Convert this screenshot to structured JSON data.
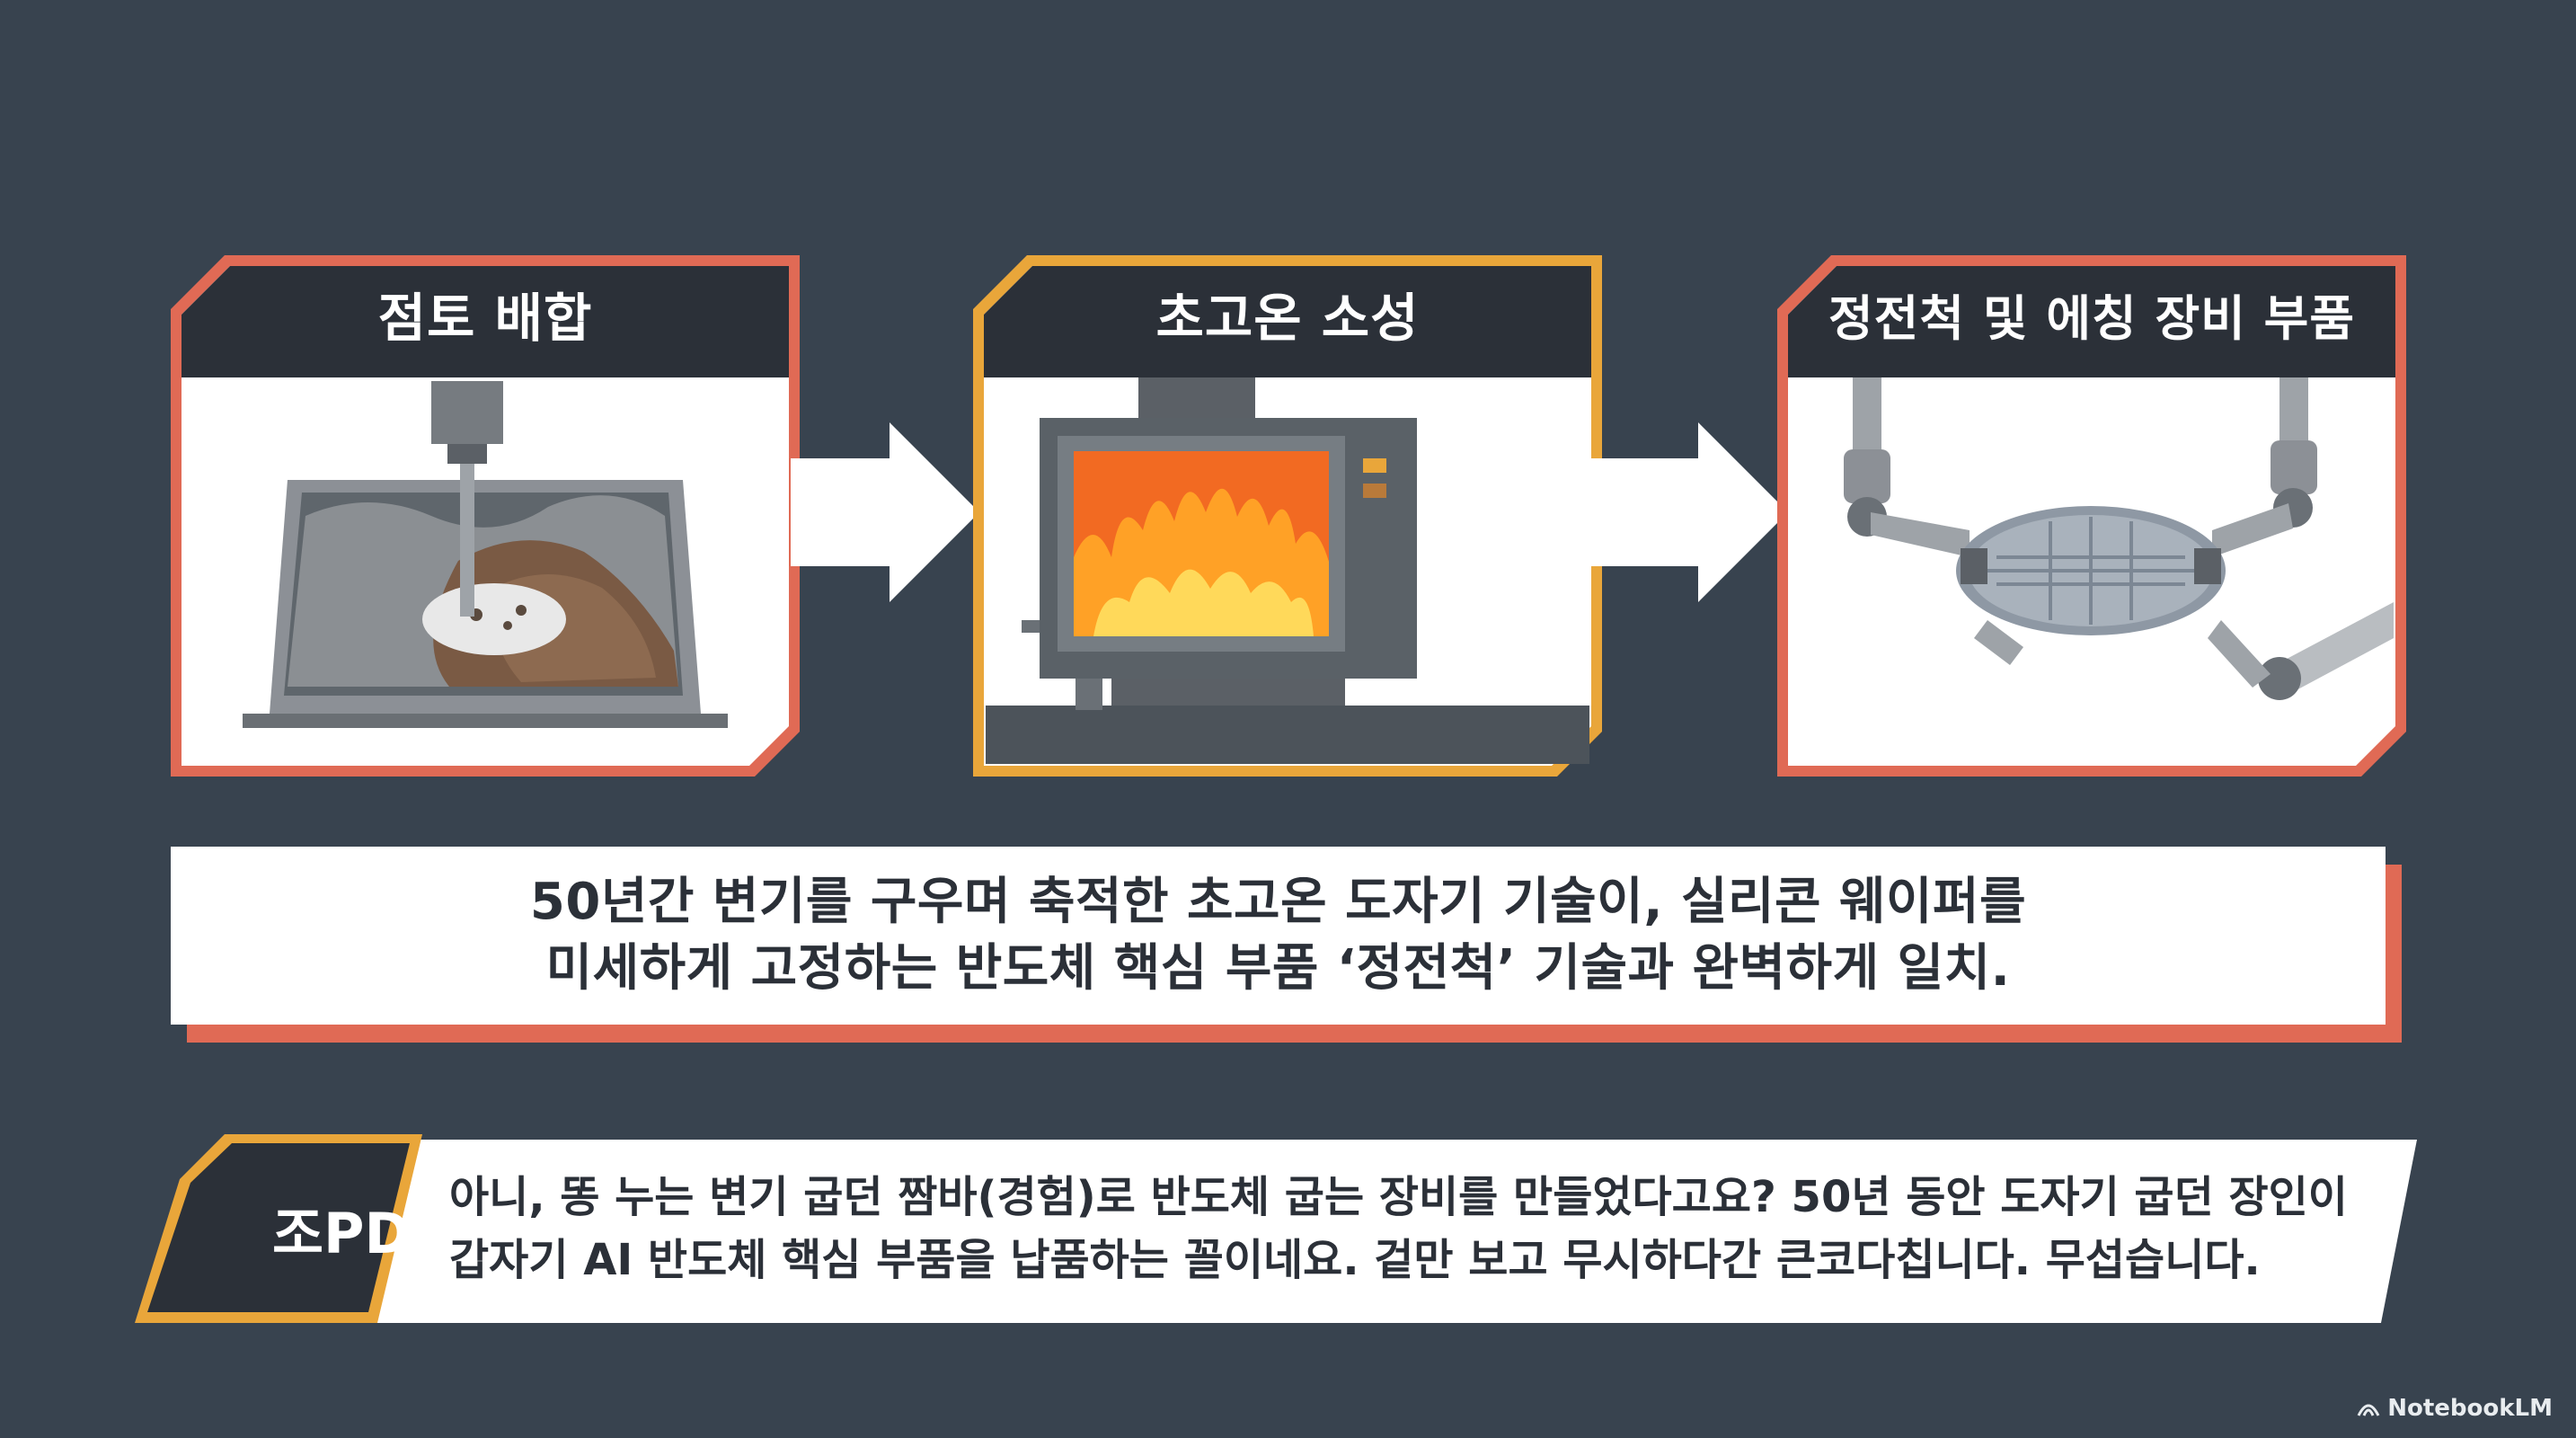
{
  "panels": [
    {
      "title": "점토 배합",
      "icon": "clay-mixer-icon",
      "frame_color": "#e06a55"
    },
    {
      "title": "초고온 소성",
      "icon": "kiln-fire-icon",
      "frame_color": "#e9a63a"
    },
    {
      "title": "정전척 및 에칭 장비 부품",
      "icon": "robot-arm-wafer-icon",
      "frame_color": "#e06a55"
    }
  ],
  "description": {
    "line1": "50년간 변기를 구우며 축적한 초고온 도자기 기술이, 실리콘 웨이퍼를",
    "line2": "미세하게 고정하는 반도체 핵심 부품 ‘정전척’ 기술과 완벽하게 일치."
  },
  "quote": {
    "speaker": "조PD",
    "line1": "아니, 똥 누는 변기 굽던 짬바(경험)로 반도체 굽는 장비를 만들었다고요? 50년 동안 도자기 굽던 장인이",
    "line2": "갑자기 AI 반도체 핵심 부품을 납품하는 꼴이네요. 겉만 보고 무시하다간 큰코다칩니다. 무섭습니다."
  },
  "brand": {
    "label": "NotebookLM"
  },
  "colors": {
    "background": "#38434f",
    "accent_red": "#e06a55",
    "accent_orange": "#e9a63a",
    "dark": "#2b3038"
  }
}
